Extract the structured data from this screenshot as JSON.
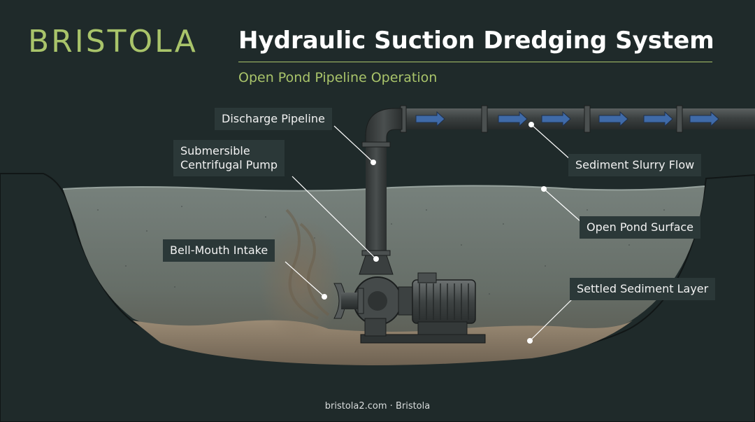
{
  "logo": {
    "text": "BRISTOLA"
  },
  "header": {
    "title": "Hydraulic Suction Dredging System",
    "subtitle": "Open Pond Pipeline Operation"
  },
  "labels": {
    "discharge_pipeline": "Discharge Pipeline",
    "submersible_pump": "Submersible\nCentrifugal Pump",
    "sediment_slurry_flow": "Sediment Slurry Flow",
    "open_pond_surface": "Open Pond Surface",
    "bell_mouth_intake": "Bell-Mouth Intake",
    "settled_sediment_layer": "Settled Sediment Layer"
  },
  "footer": {
    "text": "bristola2.com · Bristola"
  },
  "colors": {
    "background": "#1f2a2a",
    "accent": "#a9c46a",
    "water": "#6f7a74",
    "sediment": "#8a7b68",
    "pipe": "#3b3f3f",
    "flow_arrow": "#3f6aa8",
    "label_bg": "#2b3838"
  }
}
